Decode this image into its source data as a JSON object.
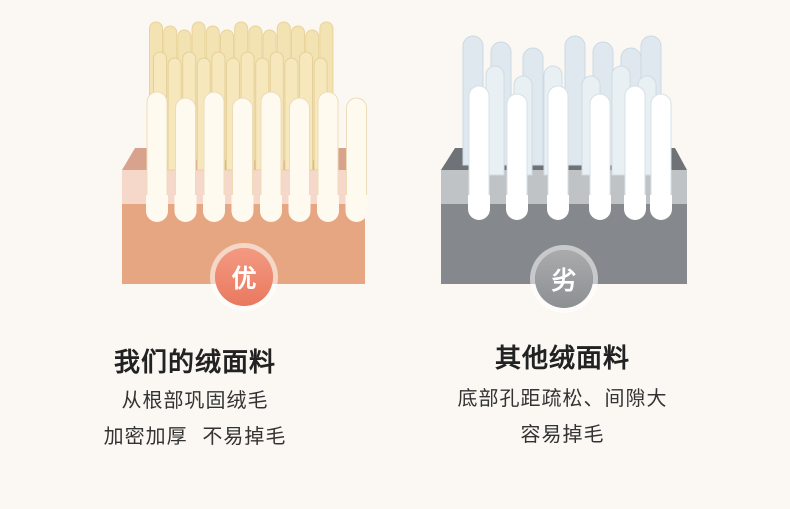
{
  "left": {
    "badge": "优",
    "title": "我们的绒面料",
    "desc_line1": "从根部巩固绒毛",
    "desc_line2": "加密加厚  不易掉毛",
    "colors": {
      "fiber": "#f3e3b3",
      "fiber_light": "#fffaf0",
      "base_top": "#e5b4a3",
      "base_light": "#f7d7c8",
      "base_bottom": "#e5a27f"
    }
  },
  "right": {
    "badge": "劣",
    "title": "其他绒面料",
    "desc_line1": "底部孔距疏松、间隙大",
    "desc_line2": "容易掉毛",
    "colors": {
      "fiber": "#dfe8ee",
      "fiber_light": "#ffffff",
      "base_top": "#7b7f83",
      "base_light": "#b9bcbf",
      "base_bottom": "#8b8e92"
    }
  }
}
